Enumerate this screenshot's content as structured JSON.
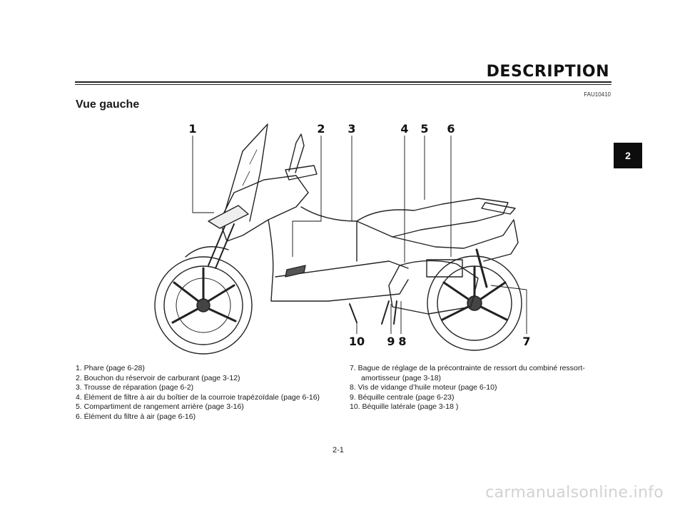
{
  "header": {
    "title": "DESCRIPTION",
    "doc_code": "FAU10410"
  },
  "section": {
    "title": "Vue gauche"
  },
  "chapter_tab": "2",
  "figure": {
    "callouts": [
      "1",
      "2",
      "3",
      "4",
      "5",
      "6",
      "7",
      "8",
      "9",
      "10"
    ]
  },
  "legend": {
    "left": [
      "1. Phare (page 6-28)",
      "2. Bouchon du réservoir de carburant (page 3-12)",
      "3. Trousse de réparation (page 6-2)",
      "4. Élément de filtre à air du boîtier de la courroie trapézoïdale (page 6-16)",
      "5. Compartiment de rangement arrière (page 3-16)",
      "6. Élément du filtre à air (page 6-16)"
    ],
    "right": [
      "7. Bague de réglage de la précontrainte de ressort du combiné ressort-amortisseur (page 3-18)",
      "8. Vis de vidange d’huile moteur (page 6-10)",
      "9. Béquille centrale (page 6-23)",
      "10. Béquille latérale (page 3-18 )"
    ]
  },
  "page_number": "2-1",
  "watermark": "carmanualsonline.info"
}
